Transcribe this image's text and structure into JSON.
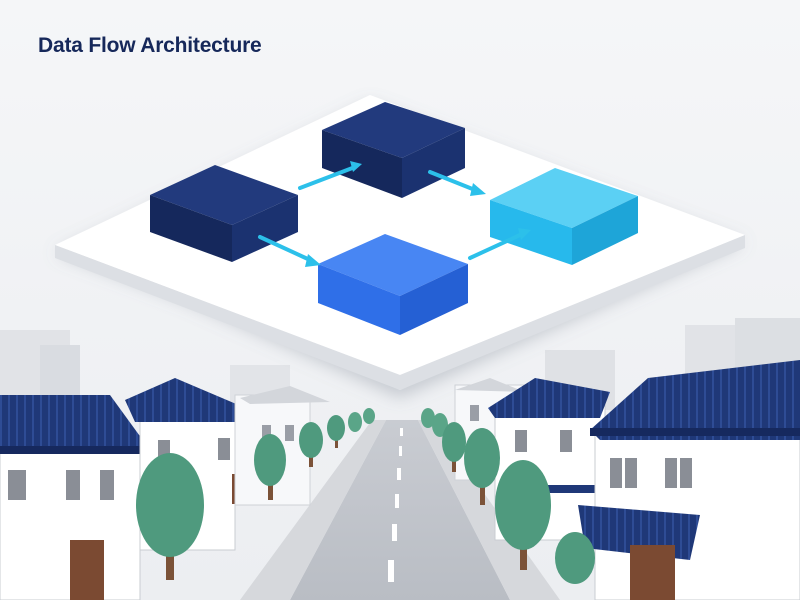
{
  "header": {
    "title": "Data Flow Architecture"
  },
  "diagram": {
    "nodes": [
      {
        "id": "top",
        "color": "dark-navy"
      },
      {
        "id": "left",
        "color": "dark-navy"
      },
      {
        "id": "right",
        "color": "light-cyan"
      },
      {
        "id": "bottom",
        "color": "bright-blue"
      }
    ],
    "edges": [
      {
        "from": "left",
        "to": "top"
      },
      {
        "from": "top",
        "to": "right"
      },
      {
        "from": "left",
        "to": "bottom"
      },
      {
        "from": "bottom",
        "to": "right"
      }
    ]
  },
  "colors": {
    "navy": "#1b3270",
    "blue": "#2f6fe8",
    "cyan": "#27b9ec",
    "arrow": "#2cc0ea",
    "tree": "#4f9a7e",
    "roof": "#1f3878",
    "title": "#16285a"
  },
  "icons": [
    "arrow-icon",
    "tree-icon",
    "house-icon",
    "road-icon"
  ]
}
